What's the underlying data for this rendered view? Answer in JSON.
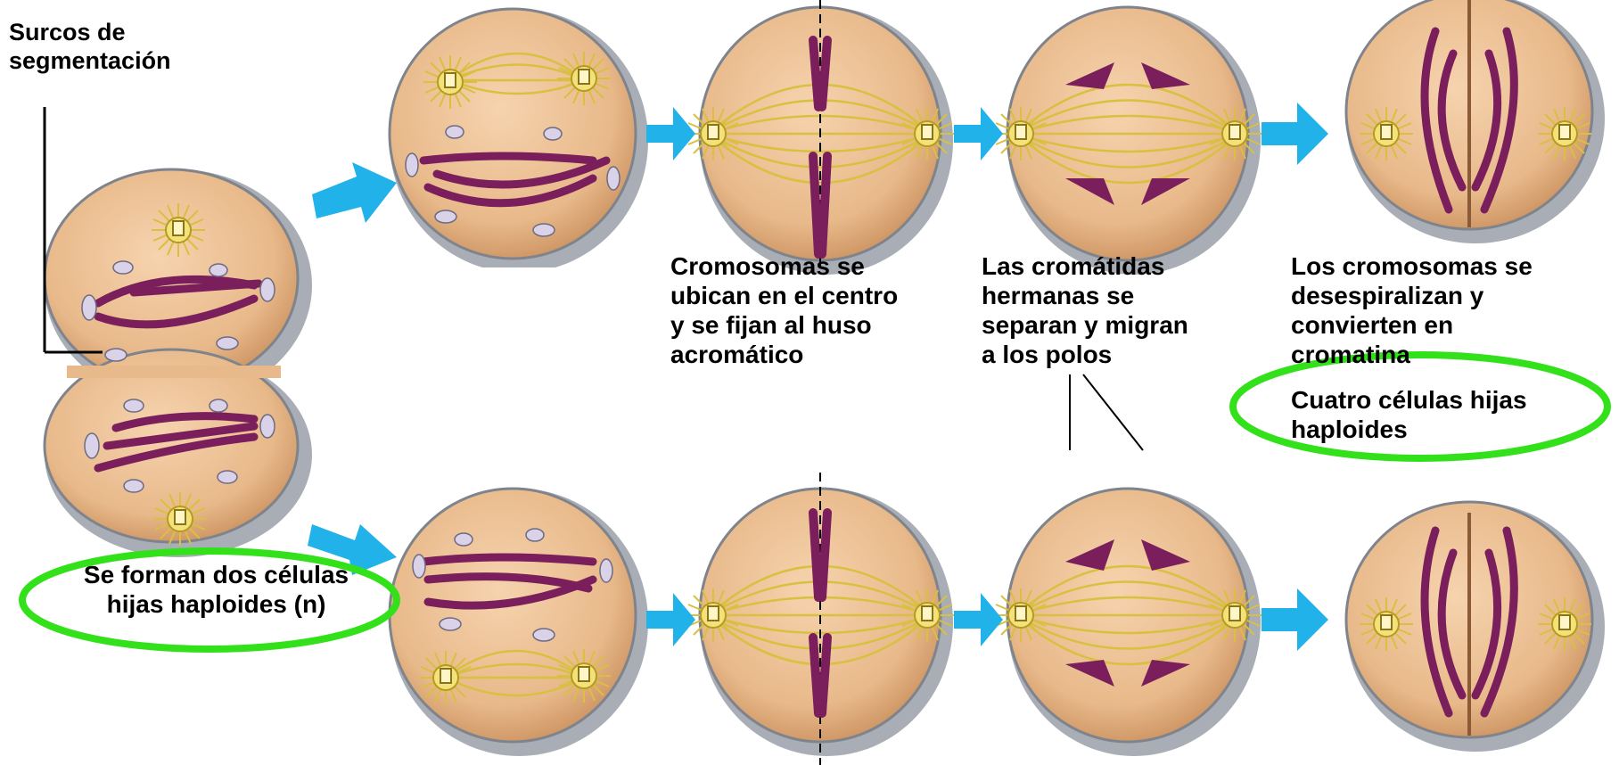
{
  "labels": {
    "surcos": [
      "Surcos de",
      "segmentación"
    ],
    "metafase": [
      "Cromosomas se",
      "ubican en el centro",
      "y se fijan al huso",
      "acromático"
    ],
    "anafase": [
      "Las cromátidas",
      "hermanas se",
      "separan y migran",
      "a los polos"
    ],
    "telofase": [
      "Los cromosomas se",
      "desespiralizan y",
      "convierten en",
      "cromatina"
    ],
    "cuatro_celulas": [
      "Cuatro células hijas",
      "haploides"
    ],
    "dos_celulas": [
      "Se forman dos células",
      "hijas haploides (n)"
    ]
  },
  "colors": {
    "cell_fill": "#E8B98A",
    "cell_edge": "#A9AEB6",
    "chromosome": "#7A1F5C",
    "spindle": "#D8C040",
    "centrosome": "#F3E27A",
    "arrow": "#22B2EA",
    "highlight_ellipse": "#33E11A"
  }
}
